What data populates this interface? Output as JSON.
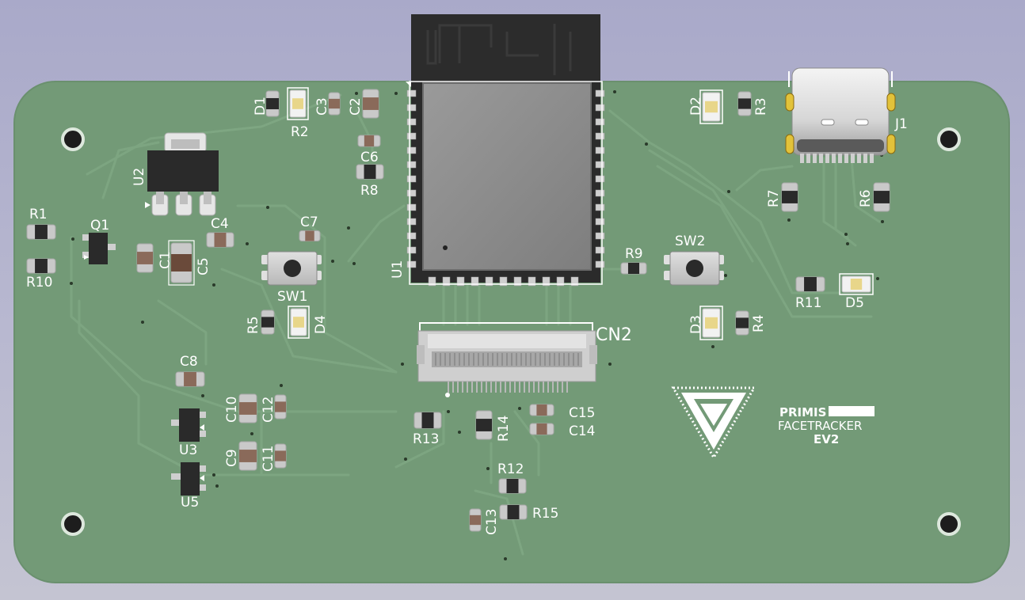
{
  "board": {
    "colors": {
      "substrate": "#739a77",
      "edge": "#5f8463",
      "trace": "#7ea582",
      "silkscreen": "#ffffff",
      "pad": "#c9c9c9",
      "resistor_body": "#2a2a2a",
      "capacitor_body": "#8a6a5a",
      "module_shield": "#8e8e8e",
      "module_pcb": "#2b2b2b"
    },
    "logo": {
      "line1": "PRIMIS",
      "line2": "FACETRACKER",
      "line3": "EV2"
    }
  },
  "components": [
    {
      "ref": "D1"
    },
    {
      "ref": "R2"
    },
    {
      "ref": "C3"
    },
    {
      "ref": "C2"
    },
    {
      "ref": "C6"
    },
    {
      "ref": "R8"
    },
    {
      "ref": "U2"
    },
    {
      "ref": "R1"
    },
    {
      "ref": "Q1"
    },
    {
      "ref": "R10"
    },
    {
      "ref": "C4"
    },
    {
      "ref": "C1"
    },
    {
      "ref": "C5"
    },
    {
      "ref": "C7"
    },
    {
      "ref": "SW1"
    },
    {
      "ref": "R5"
    },
    {
      "ref": "D4"
    },
    {
      "ref": "U1"
    },
    {
      "ref": "CN2"
    },
    {
      "ref": "C8"
    },
    {
      "ref": "C10"
    },
    {
      "ref": "C12"
    },
    {
      "ref": "C9"
    },
    {
      "ref": "C11"
    },
    {
      "ref": "U3"
    },
    {
      "ref": "U5"
    },
    {
      "ref": "R13"
    },
    {
      "ref": "R14"
    },
    {
      "ref": "C15"
    },
    {
      "ref": "C14"
    },
    {
      "ref": "R12"
    },
    {
      "ref": "R15"
    },
    {
      "ref": "C13"
    },
    {
      "ref": "R9"
    },
    {
      "ref": "SW2"
    },
    {
      "ref": "D2"
    },
    {
      "ref": "R3"
    },
    {
      "ref": "J1"
    },
    {
      "ref": "R7"
    },
    {
      "ref": "R6"
    },
    {
      "ref": "R11"
    },
    {
      "ref": "D5"
    },
    {
      "ref": "D3"
    },
    {
      "ref": "R4"
    }
  ]
}
